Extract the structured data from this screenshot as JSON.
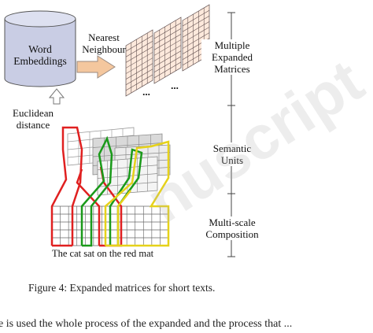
{
  "figure": {
    "db_label_line1": "Word",
    "db_label_line2": "Embeddings",
    "nn_label_line1": "Nearest",
    "nn_label_line2": "Neighbour",
    "euclid_line1": "Euclidean",
    "euclid_line2": "distance",
    "stage_expanded": [
      "Multiple",
      "Expanded",
      "Matrices"
    ],
    "stage_semantic": [
      "Semantic",
      "Units"
    ],
    "stage_composition": [
      "Multi-scale",
      "Composition"
    ],
    "ellipsis": "...",
    "words": "The  cat  sat  on the red mat"
  },
  "caption": "Figure 4: Expanded matrices for short texts.",
  "body_text_fragment": "e  is  used  the  whole  process  of  the  expanded  and  the  process  that  ...",
  "watermark": "nuscript",
  "colors": {
    "db_fill": "#c9cde4",
    "arrow_fill": "#f4c79e",
    "grid_fill": "#fde9dc",
    "grid_line": "#5a4a4a",
    "red": "#e02020",
    "green": "#1a9a1a",
    "yellow": "#e6d21a",
    "gray_grid": "#d9d9d9"
  }
}
